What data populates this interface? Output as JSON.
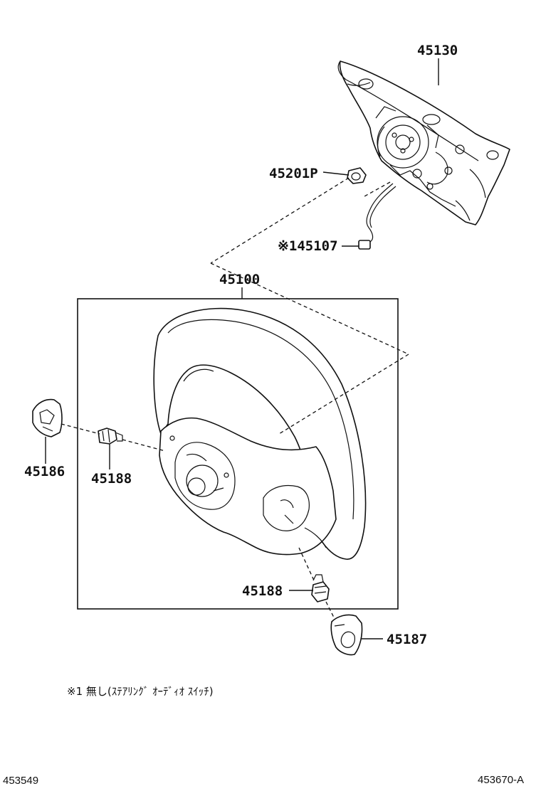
{
  "parts": {
    "p45130": "45130",
    "p45201p": "45201P",
    "p145107": "※145107",
    "p45100": "45100",
    "p45186": "45186",
    "p45188a": "45188",
    "p45188b": "45188",
    "p45187": "45187"
  },
  "note": "※1 無し(ｽﾃｱﾘﾝｸﾞ ｵｰﾃﾞｨｵ ｽｲｯﾁ)",
  "footer": {
    "left_code": "453549",
    "right_code": "453670-A"
  }
}
